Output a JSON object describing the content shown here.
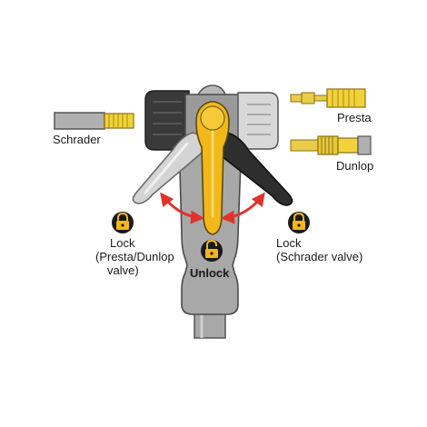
{
  "valves": {
    "schrader": "Schrader",
    "presta": "Presta",
    "dunlop": "Dunlop"
  },
  "positions": {
    "lock_left": {
      "line1": "Lock",
      "line2": "(Presta/Dunlop",
      "line3": "valve)"
    },
    "unlock": "Unlock",
    "lock_right": {
      "line1": "Lock",
      "line2": "(Schrader valve)"
    }
  },
  "colors": {
    "lever_yellow": "#f2b81a",
    "lever_outline": "#5a4a10",
    "body_gray": "#a8a8a8",
    "body_dark": "#3a3a3a",
    "arrow_red": "#e0332b",
    "lock_badge": "#1a1a1a",
    "lock_yellow": "#f2b81a"
  },
  "icons": {
    "lock": "padlock-closed-icon",
    "unlock": "padlock-open-icon"
  }
}
